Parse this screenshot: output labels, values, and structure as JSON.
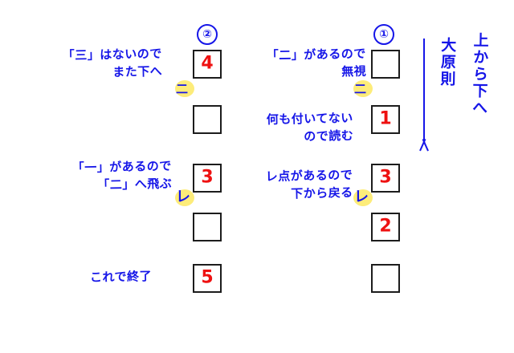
{
  "diagram": {
    "title_note": "漢文 返り点 読み順 図",
    "colors": {
      "ink_blue": "#1616e8",
      "number_red": "#ee1111",
      "box_border": "#1c1c1c",
      "highlight_yellow": "#fdec7a",
      "background": "#ffffff"
    },
    "principle": {
      "label_main": "上から下へ",
      "label_sub": "大原則",
      "arrow": "down-arrow"
    },
    "columns": [
      {
        "step_circle": "②",
        "name": "second-pass-column",
        "notes": [
          {
            "line1": "「三」はないので",
            "line2": "また下へ"
          },
          {
            "line1": "「一」があるので",
            "line2": "「二」へ飛ぶ"
          },
          {
            "line1": "これで終了",
            "line2": ""
          }
        ],
        "boxes": [
          {
            "value": "4"
          },
          {
            "value": ""
          },
          {
            "value": "3"
          },
          {
            "value": ""
          },
          {
            "value": "5"
          }
        ],
        "marks": [
          {
            "glyph": "二",
            "kind": "ni-ten",
            "highlighted": true
          },
          {
            "glyph": "レ",
            "kind": "re-ten",
            "highlighted": true
          }
        ]
      },
      {
        "step_circle": "①",
        "name": "first-pass-column",
        "notes": [
          {
            "line1": "「二」があるので",
            "line2": "無視"
          },
          {
            "line1": "何も付いてない",
            "line2": "ので読む"
          },
          {
            "line1": "レ点があるので",
            "line2": "下から戻る"
          }
        ],
        "boxes": [
          {
            "value": ""
          },
          {
            "value": "1"
          },
          {
            "value": "3"
          },
          {
            "value": "2"
          },
          {
            "value": ""
          }
        ],
        "marks": [
          {
            "glyph": "二",
            "kind": "ni-ten",
            "highlighted": true
          },
          {
            "glyph": "レ",
            "kind": "re-ten",
            "highlighted": true
          }
        ]
      }
    ]
  }
}
